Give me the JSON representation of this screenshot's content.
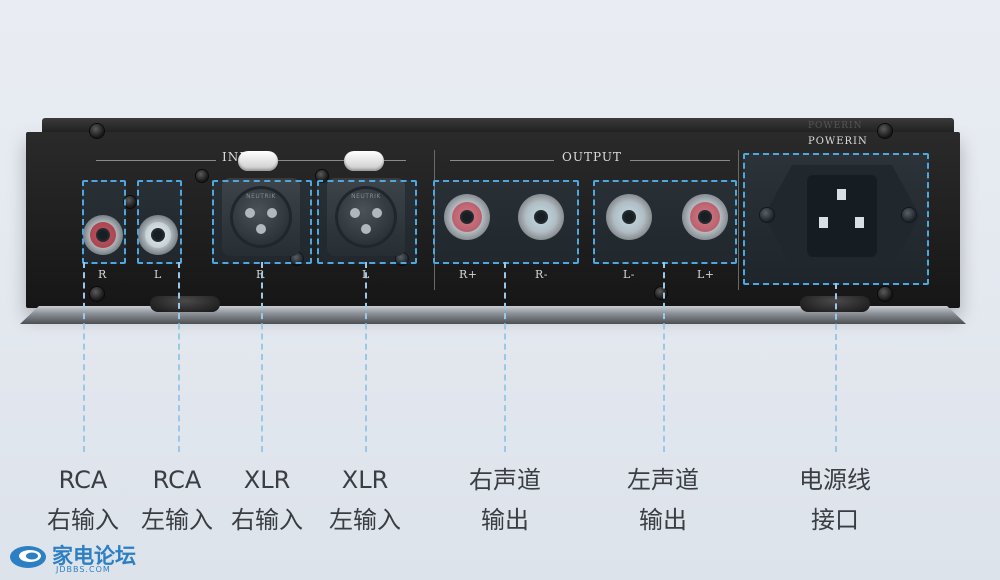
{
  "panel": {
    "input_header": "INPUT",
    "output_header": "OUTPUT",
    "power_header": "POWERIN",
    "power_header_ghost": "POWERIN",
    "xlr_brand": "NEUTRIK",
    "jack_labels": {
      "rca_r": "R",
      "rca_l": "L",
      "xlr_r": "R",
      "xlr_l": "L",
      "out_rp": "R+",
      "out_rm": "R-",
      "out_lm": "L-",
      "out_lp": "L+"
    }
  },
  "callouts": [
    {
      "line1": "RCA",
      "line2": "右输入"
    },
    {
      "line1": "RCA",
      "line2": "左输入"
    },
    {
      "line1": "XLR",
      "line2": "右输入"
    },
    {
      "line1": "XLR",
      "line2": "左输入"
    },
    {
      "line1": "右声道",
      "line2": "输出"
    },
    {
      "line1": "左声道",
      "line2": "输出"
    },
    {
      "line1": "电源线",
      "line2": "接口"
    }
  ],
  "watermark": {
    "name": "家电论坛",
    "url": "JDBBS.COM"
  },
  "colors": {
    "highlight": "#4ea7de",
    "rca_red": "#c0444a",
    "rca_white": "#e6e6e6"
  }
}
